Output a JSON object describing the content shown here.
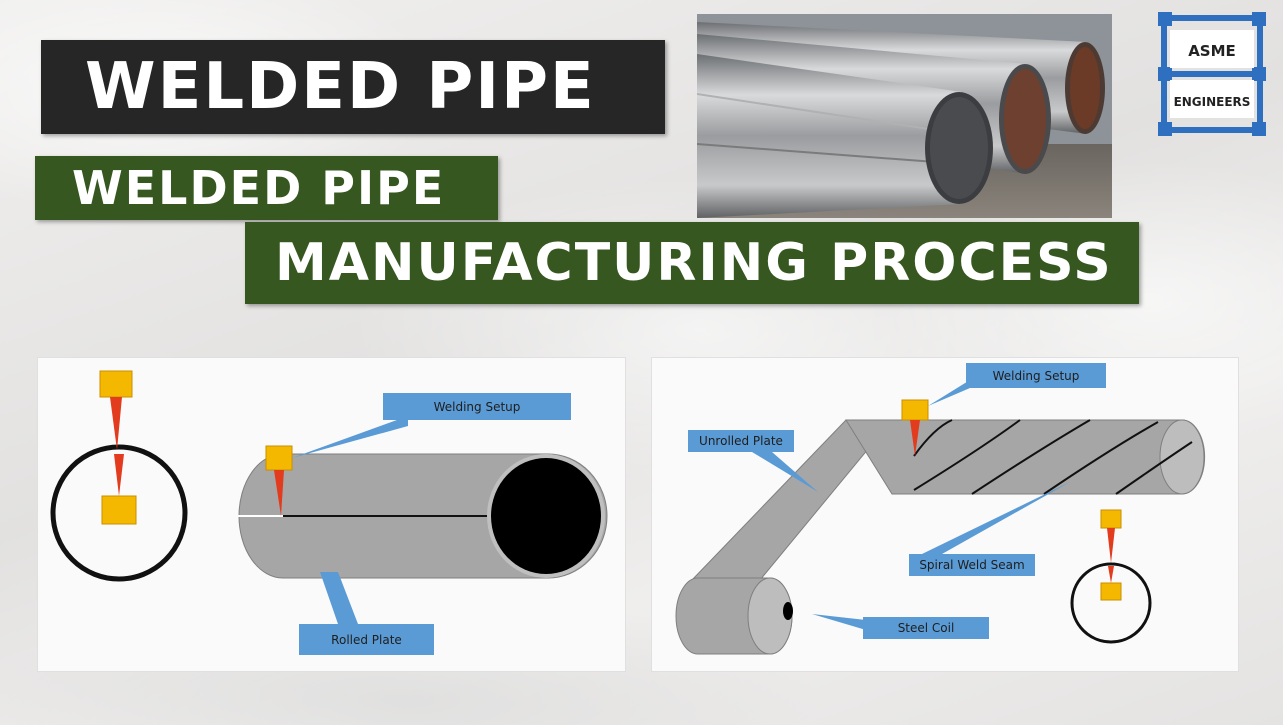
{
  "title_main": "WELDED PIPE",
  "title_sub1": "WELDED PIPE",
  "title_sub2": "MANUFACTURING PROCESS",
  "logo": {
    "line1": "ASME",
    "line2": "ENGINEERS",
    "color": "#2e6fc0"
  },
  "left_diagram": {
    "welding_setup": "Welding Setup",
    "rolled_plate": "Rolled Plate"
  },
  "right_diagram": {
    "welding_setup": "Welding Setup",
    "unrolled_plate": "Unrolled Plate",
    "spiral_weld_seam": "Spiral Weld Seam",
    "steel_coil": "Steel Coil"
  },
  "colors": {
    "banner_black": "#262626",
    "banner_green": "#36571f",
    "callout_blue": "#5b9bd5",
    "weld_yellow": "#f5b800",
    "weld_red": "#e23b1e",
    "pipe_gray": "#a6a6a6"
  }
}
